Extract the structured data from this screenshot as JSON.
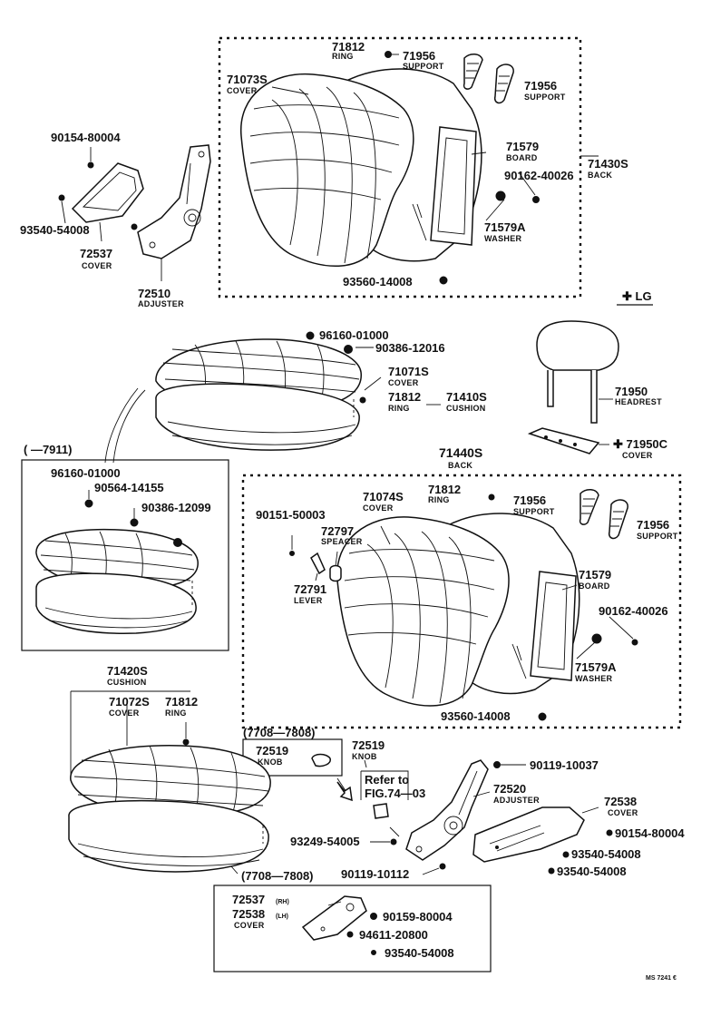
{
  "labels": {
    "p71812_a": "71812",
    "ring_a": "RING",
    "p71956_a": "71956",
    "support_a": "SUPPORT",
    "p71956_b": "71956",
    "support_b": "SUPPORT",
    "p71073s": "71073S",
    "cover_71073": "COVER",
    "p71579_a": "71579",
    "board_a": "BOARD",
    "p71430s": "71430S",
    "back_a": "BACK",
    "p90162_a": "90162-40026",
    "p71579a_a": "71579A",
    "washer_a": "WASHER",
    "p93560_a": "93560-14008",
    "p90154_a": "90154-80004",
    "p93540_a": "93540-54008",
    "p72537_a": "72537",
    "cover_72537a": "COVER",
    "p72510": "72510",
    "adjuster_a": "ADJUSTER",
    "lg": "✚ LG",
    "p96160_a": "96160-01000",
    "p90386_a": "90386-12016",
    "p71071s": "71071S",
    "cover_71071": "COVER",
    "p71812_b": "71812",
    "ring_b": "RING",
    "p71410s": "71410S",
    "cushion_a": "CUSHION",
    "p71950": "71950",
    "headrest": "HEADREST",
    "p71950c": "✚ 71950C",
    "cover_71950c": "COVER",
    "range_7911": "( —7911)",
    "p71440s": "71440S",
    "back_b": "BACK",
    "p96160_b": "96160-01000",
    "p90564": "90564-14155",
    "p90386_b": "90386-12099",
    "p71812_c": "71812",
    "ring_c": "RING",
    "p71956_c": "71956",
    "support_c": "SUPPORT",
    "p71956_d": "71956",
    "support_d": "SUPPORT",
    "p90151": "90151-50003",
    "p71074s": "71074S",
    "cover_71074": "COVER",
    "p72797": "72797",
    "speacer": "SPEACER",
    "p72791": "72791",
    "lever": "LEVER",
    "p71579_b": "71579",
    "board_b": "BOARD",
    "p90162_b": "90162-40026",
    "p71579a_b": "71579A",
    "washer_b": "WASHER",
    "p93560_b": "93560-14008",
    "p71420s": "71420S",
    "cushion_b": "CUSHION",
    "p71072s": "71072S",
    "cover_71072": "COVER",
    "p71812_d": "71812",
    "ring_d": "RING",
    "range_7708_a": "(7708—7808)",
    "p72519_a": "72519",
    "knob_a": "KNOB",
    "p72519_b": "72519",
    "knob_b": "KNOB",
    "refer_1": "Refer to",
    "refer_2": "FIG.74—03",
    "p90119_a": "90119-10037",
    "p72520": "72520",
    "adjuster_b": "ADJUSTER",
    "p72538_a": "72538",
    "cover_72538a": "COVER",
    "p90154_b": "90154-80004",
    "p93540_b": "93540-54008",
    "p93540_c": "93540-54008",
    "p93249": "93249-54005",
    "p90119_b": "90119-10112",
    "range_7708_b": "(7708—7808)",
    "p72537_b": "72537",
    "rh": "(RH)",
    "p72538_b": "72538",
    "lh": "(LH)",
    "cover_bottom": "COVER",
    "p90159": "90159-80004",
    "p94611": "94611-20800",
    "p93540_d": "93540-54008",
    "code": "MS 7241 €"
  }
}
